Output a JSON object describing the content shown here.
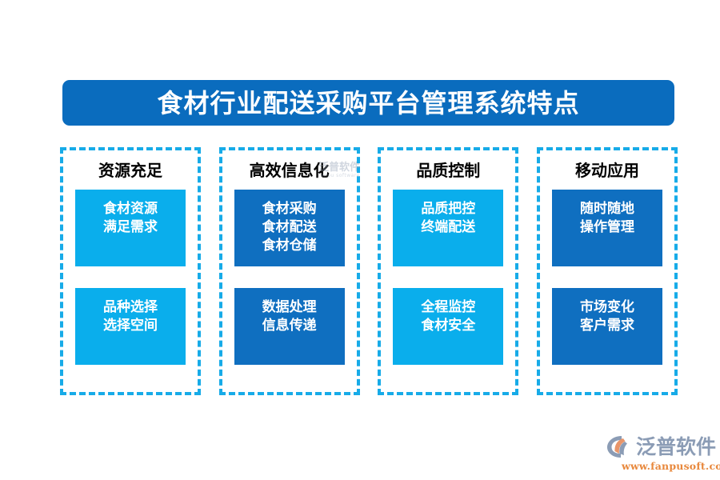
{
  "title": {
    "text": "食材行业配送采购平台管理系统特点"
  },
  "colors": {
    "banner_blue": "#0a6cbe",
    "light_blue": "#0aaeec",
    "dark_blue": "#0f6fc0",
    "dashed_border": "#17abe8",
    "header_text": "#000000",
    "card_text": "#ffffff",
    "logo_name": "#8b9cb5",
    "logo_url": "#e8883c",
    "background": "#ffffff"
  },
  "columns": [
    {
      "header": "资源充足",
      "tone": "light",
      "cards": [
        {
          "lines": [
            "食材资源",
            "满足需求"
          ]
        },
        {
          "lines": [
            "品种选择",
            "选择空间"
          ]
        }
      ]
    },
    {
      "header": "高效信息化",
      "tone": "dark",
      "cards": [
        {
          "lines": [
            "食材采购",
            "食材配送",
            "食材仓储"
          ]
        },
        {
          "lines": [
            "数据处理",
            "信息传递"
          ]
        }
      ]
    },
    {
      "header": "品质控制",
      "tone": "light",
      "cards": [
        {
          "lines": [
            "品质把控",
            "终端配送"
          ]
        },
        {
          "lines": [
            "全程监控",
            "食材安全"
          ]
        }
      ]
    },
    {
      "header": "移动应用",
      "tone": "dark",
      "cards": [
        {
          "lines": [
            "随时随地",
            "操作管理"
          ]
        },
        {
          "lines": [
            "市场变化",
            "客户需求"
          ]
        }
      ]
    }
  ],
  "watermark": {
    "text": "泛普软件",
    "subtext": "fanpu software"
  },
  "logo": {
    "name": "泛普软件",
    "url": "www.fanpusoft.com",
    "mark": "fanpu-logo-icon"
  }
}
